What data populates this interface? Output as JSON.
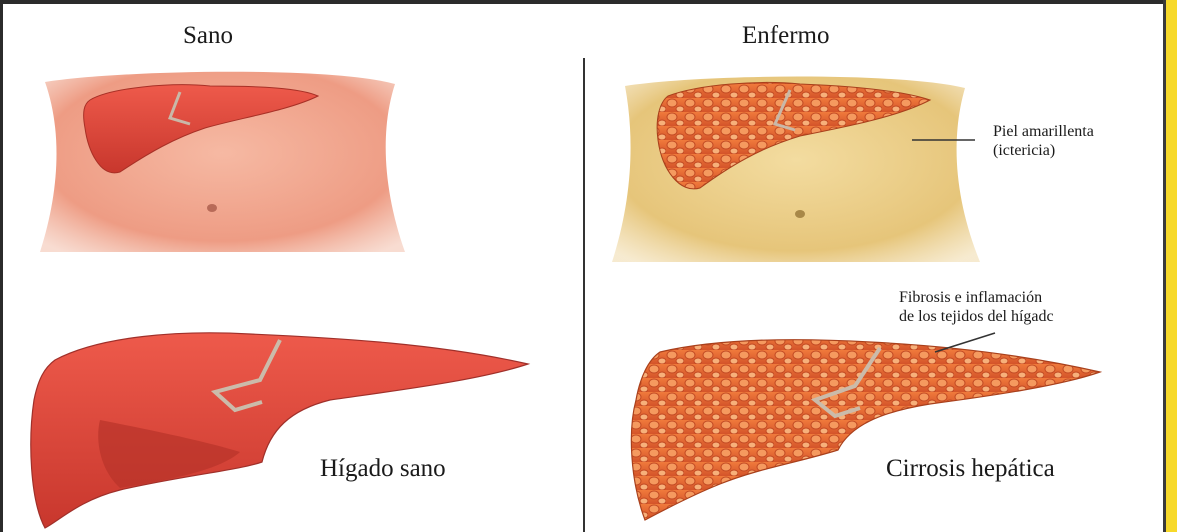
{
  "headings": {
    "healthy": "Sano",
    "sick": "Enfermo"
  },
  "captions": {
    "healthy_liver": "Hígado sano",
    "cirrhosis": "Cirrosis hepática"
  },
  "annotations": {
    "jaundice": "Piel amarillenta\n(ictericia)",
    "fibrosis": "Fibrosis e inflamación\nde los tejidos del hígadc"
  },
  "colors": {
    "healthy_skin": "#f1a58f",
    "jaundiced_skin": "#efd28c",
    "healthy_liver": "#e0463b",
    "cirrhotic_liver": "#e86a33",
    "side_border": "#f7d92a"
  }
}
